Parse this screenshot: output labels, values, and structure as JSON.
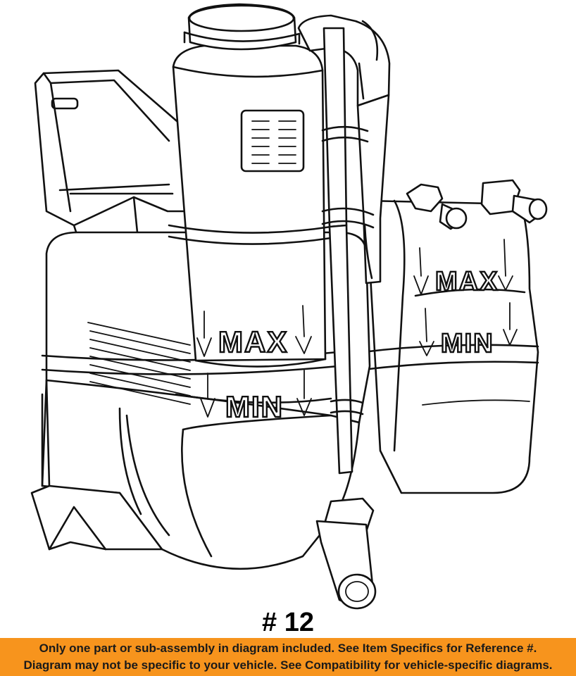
{
  "diagram": {
    "labels": {
      "tank_max": "MAX",
      "tank_min": "MIN",
      "reservoir_max": "MAX",
      "reservoir_min": "MIN"
    }
  },
  "item_label": "# 12",
  "disclaimer": {
    "line1": "Only one part or sub-assembly in diagram included. See Item Specifics for Reference #.",
    "line2": "Diagram may not be specific to your vehicle. See Compatibility for vehicle-specific diagrams."
  },
  "colors": {
    "banner_background": "#f7941d",
    "line_art": "#111111",
    "background": "#ffffff"
  }
}
